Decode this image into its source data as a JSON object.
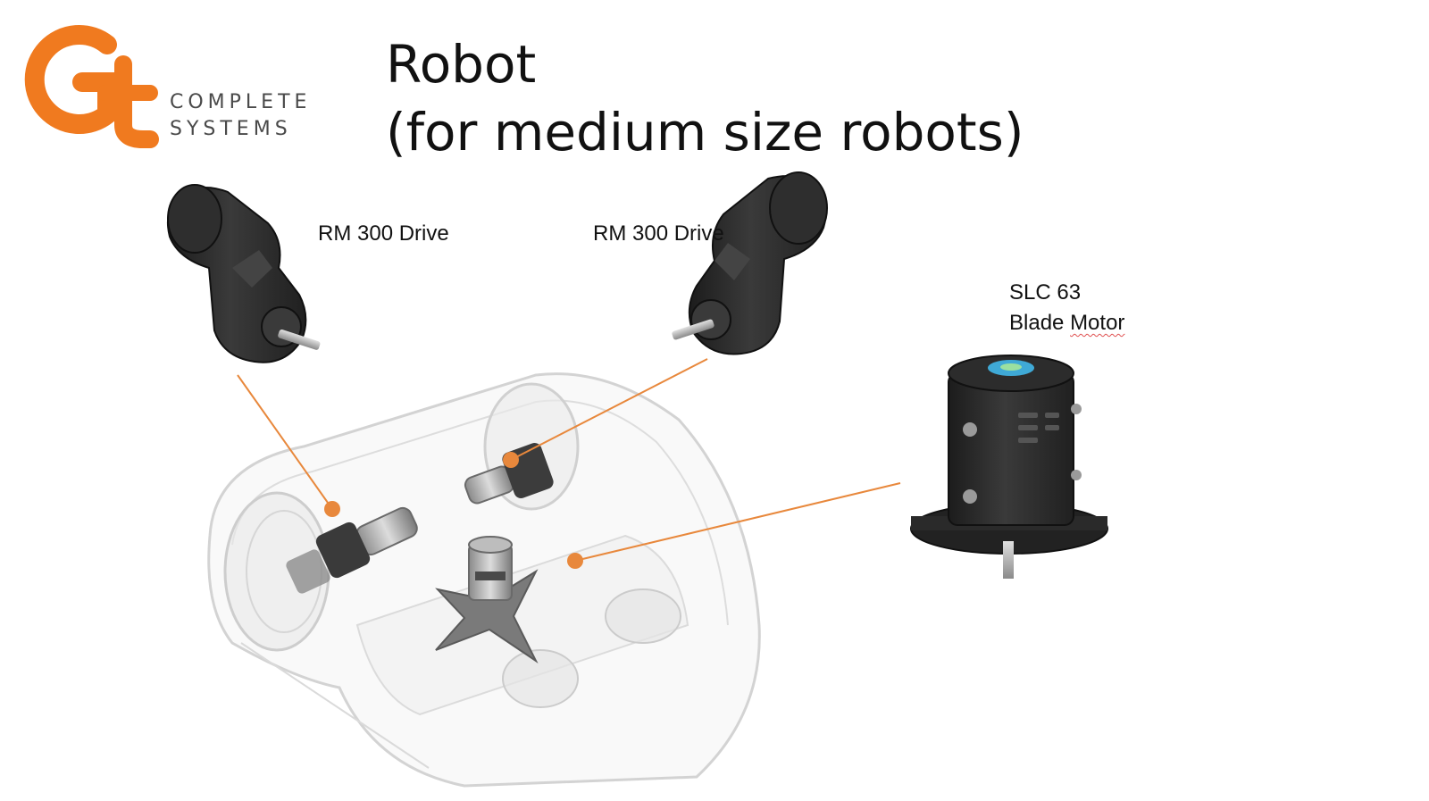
{
  "logo": {
    "monogram": "Gt",
    "line1": "COMPLETE",
    "line2": "SYSTEMS",
    "brand_color": "#f07a1f"
  },
  "title": {
    "line1": "Robot",
    "line2": "(for medium size robots)"
  },
  "labels": {
    "drive_left": "RM 300 Drive",
    "drive_right": "RM 300 Drive",
    "blade_model": "SLC 63",
    "blade_name_prefix": "Blade ",
    "blade_name_word": "Motor"
  },
  "colors": {
    "leader_line": "#e8883c",
    "motor_body": "#2a2a2a",
    "chassis_outline": "#cfcfcf"
  },
  "icons": [
    "gear-motor-icon",
    "blade-motor-icon",
    "robot-chassis-icon",
    "cutting-blade-icon"
  ]
}
